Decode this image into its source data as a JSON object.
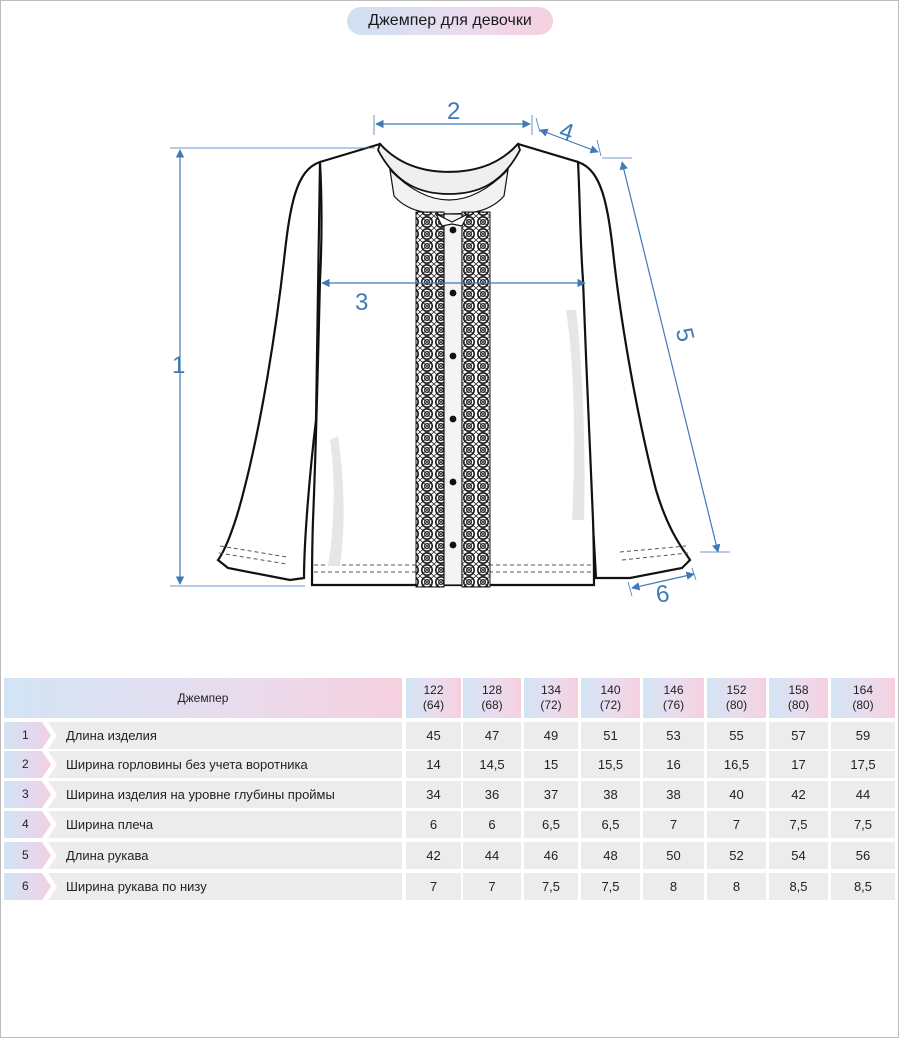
{
  "title": "Джемпер для девочки",
  "drawing": {
    "dimension_labels": [
      "1",
      "2",
      "3",
      "4",
      "5",
      "6"
    ]
  },
  "table": {
    "header_label": "Джемпер",
    "sizes": [
      {
        "height": "122",
        "chest": "(64)"
      },
      {
        "height": "128",
        "chest": "(68)"
      },
      {
        "height": "134",
        "chest": "(72)"
      },
      {
        "height": "140",
        "chest": "(72)"
      },
      {
        "height": "146",
        "chest": "(76)"
      },
      {
        "height": "152",
        "chest": "(80)"
      },
      {
        "height": "158",
        "chest": "(80)"
      },
      {
        "height": "164",
        "chest": "(80)"
      }
    ],
    "rows": [
      {
        "num": "1",
        "label": "Длина изделия",
        "values": [
          "45",
          "47",
          "49",
          "51",
          "53",
          "55",
          "57",
          "59"
        ]
      },
      {
        "num": "2",
        "label": "Ширина горловины без учета воротника",
        "values": [
          "14",
          "14,5",
          "15",
          "15,5",
          "16",
          "16,5",
          "17",
          "17,5"
        ]
      },
      {
        "num": "3",
        "label": "Ширина изделия на уровне глубины проймы",
        "values": [
          "34",
          "36",
          "37",
          "38",
          "38",
          "40",
          "42",
          "44"
        ]
      },
      {
        "num": "4",
        "label": "Ширина плеча",
        "values": [
          "6",
          "6",
          "6,5",
          "6,5",
          "7",
          "7",
          "7,5",
          "7,5"
        ]
      },
      {
        "num": "5",
        "label": "Длина рукава",
        "values": [
          "42",
          "44",
          "46",
          "48",
          "50",
          "52",
          "54",
          "56"
        ]
      },
      {
        "num": "6",
        "label": "Ширина рукава по низу",
        "values": [
          "7",
          "7",
          "7,5",
          "7,5",
          "8",
          "8",
          "8,5",
          "8,5"
        ]
      }
    ]
  },
  "colors": {
    "dimension_blue": "#3f79b6",
    "cell_grey": "#ececec"
  }
}
